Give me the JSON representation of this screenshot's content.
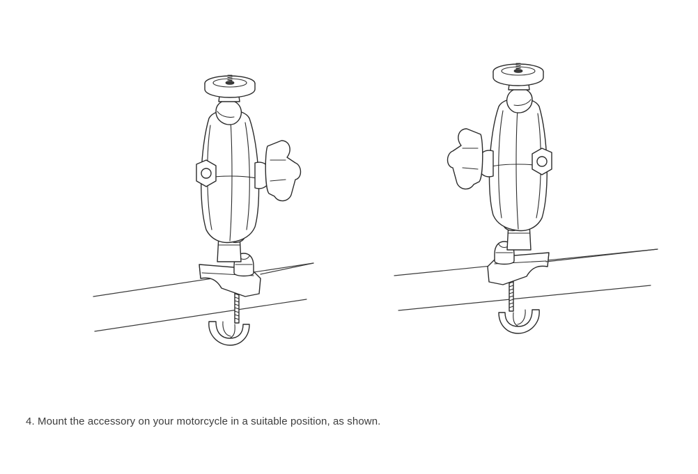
{
  "instruction": {
    "text": "4. Mount the accessory on your motorcycle in a suitable position, as shown."
  },
  "figure": {
    "views": [
      {
        "mount": "handlebar-mount",
        "knob_side": "right"
      },
      {
        "mount": "handlebar-mount",
        "knob_side": "left"
      }
    ]
  }
}
